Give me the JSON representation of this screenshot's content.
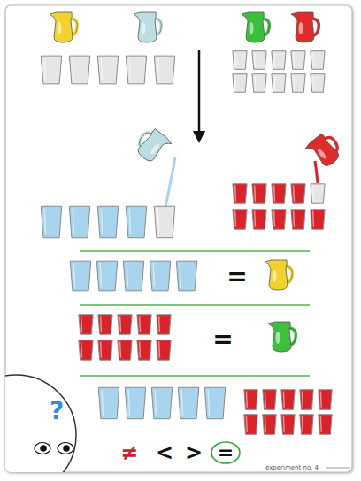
{
  "diagram": {
    "labels": [
      "=",
      "=",
      "?",
      "≠",
      "<",
      ">",
      "=",
      "experiment no. 4"
    ]
  }
}
